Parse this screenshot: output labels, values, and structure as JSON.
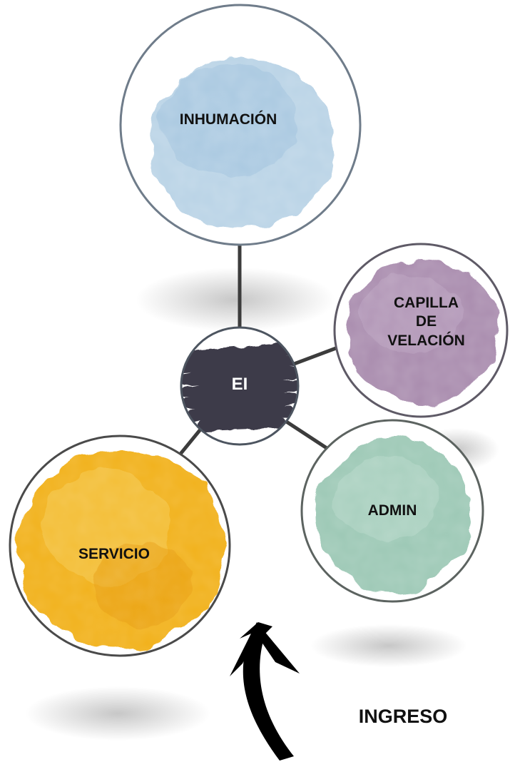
{
  "diagram": {
    "center_node": {
      "label": "EI",
      "color": "#3d3b4a"
    },
    "nodes": [
      {
        "id": "inhumacion",
        "label": "INHUMACIÓN",
        "color": "#b9d3e6"
      },
      {
        "id": "capilla",
        "label": "CAPILLA\nDE\nVELACIÓN",
        "color": "#a98cae"
      },
      {
        "id": "admin",
        "label": "ADMIN",
        "color": "#9cc8b5"
      },
      {
        "id": "servicio",
        "label": "SERVICIO",
        "color": "#f2b21c"
      }
    ],
    "entry": {
      "label": "INGRESO",
      "icon": "curved-up-arrow-icon"
    }
  }
}
